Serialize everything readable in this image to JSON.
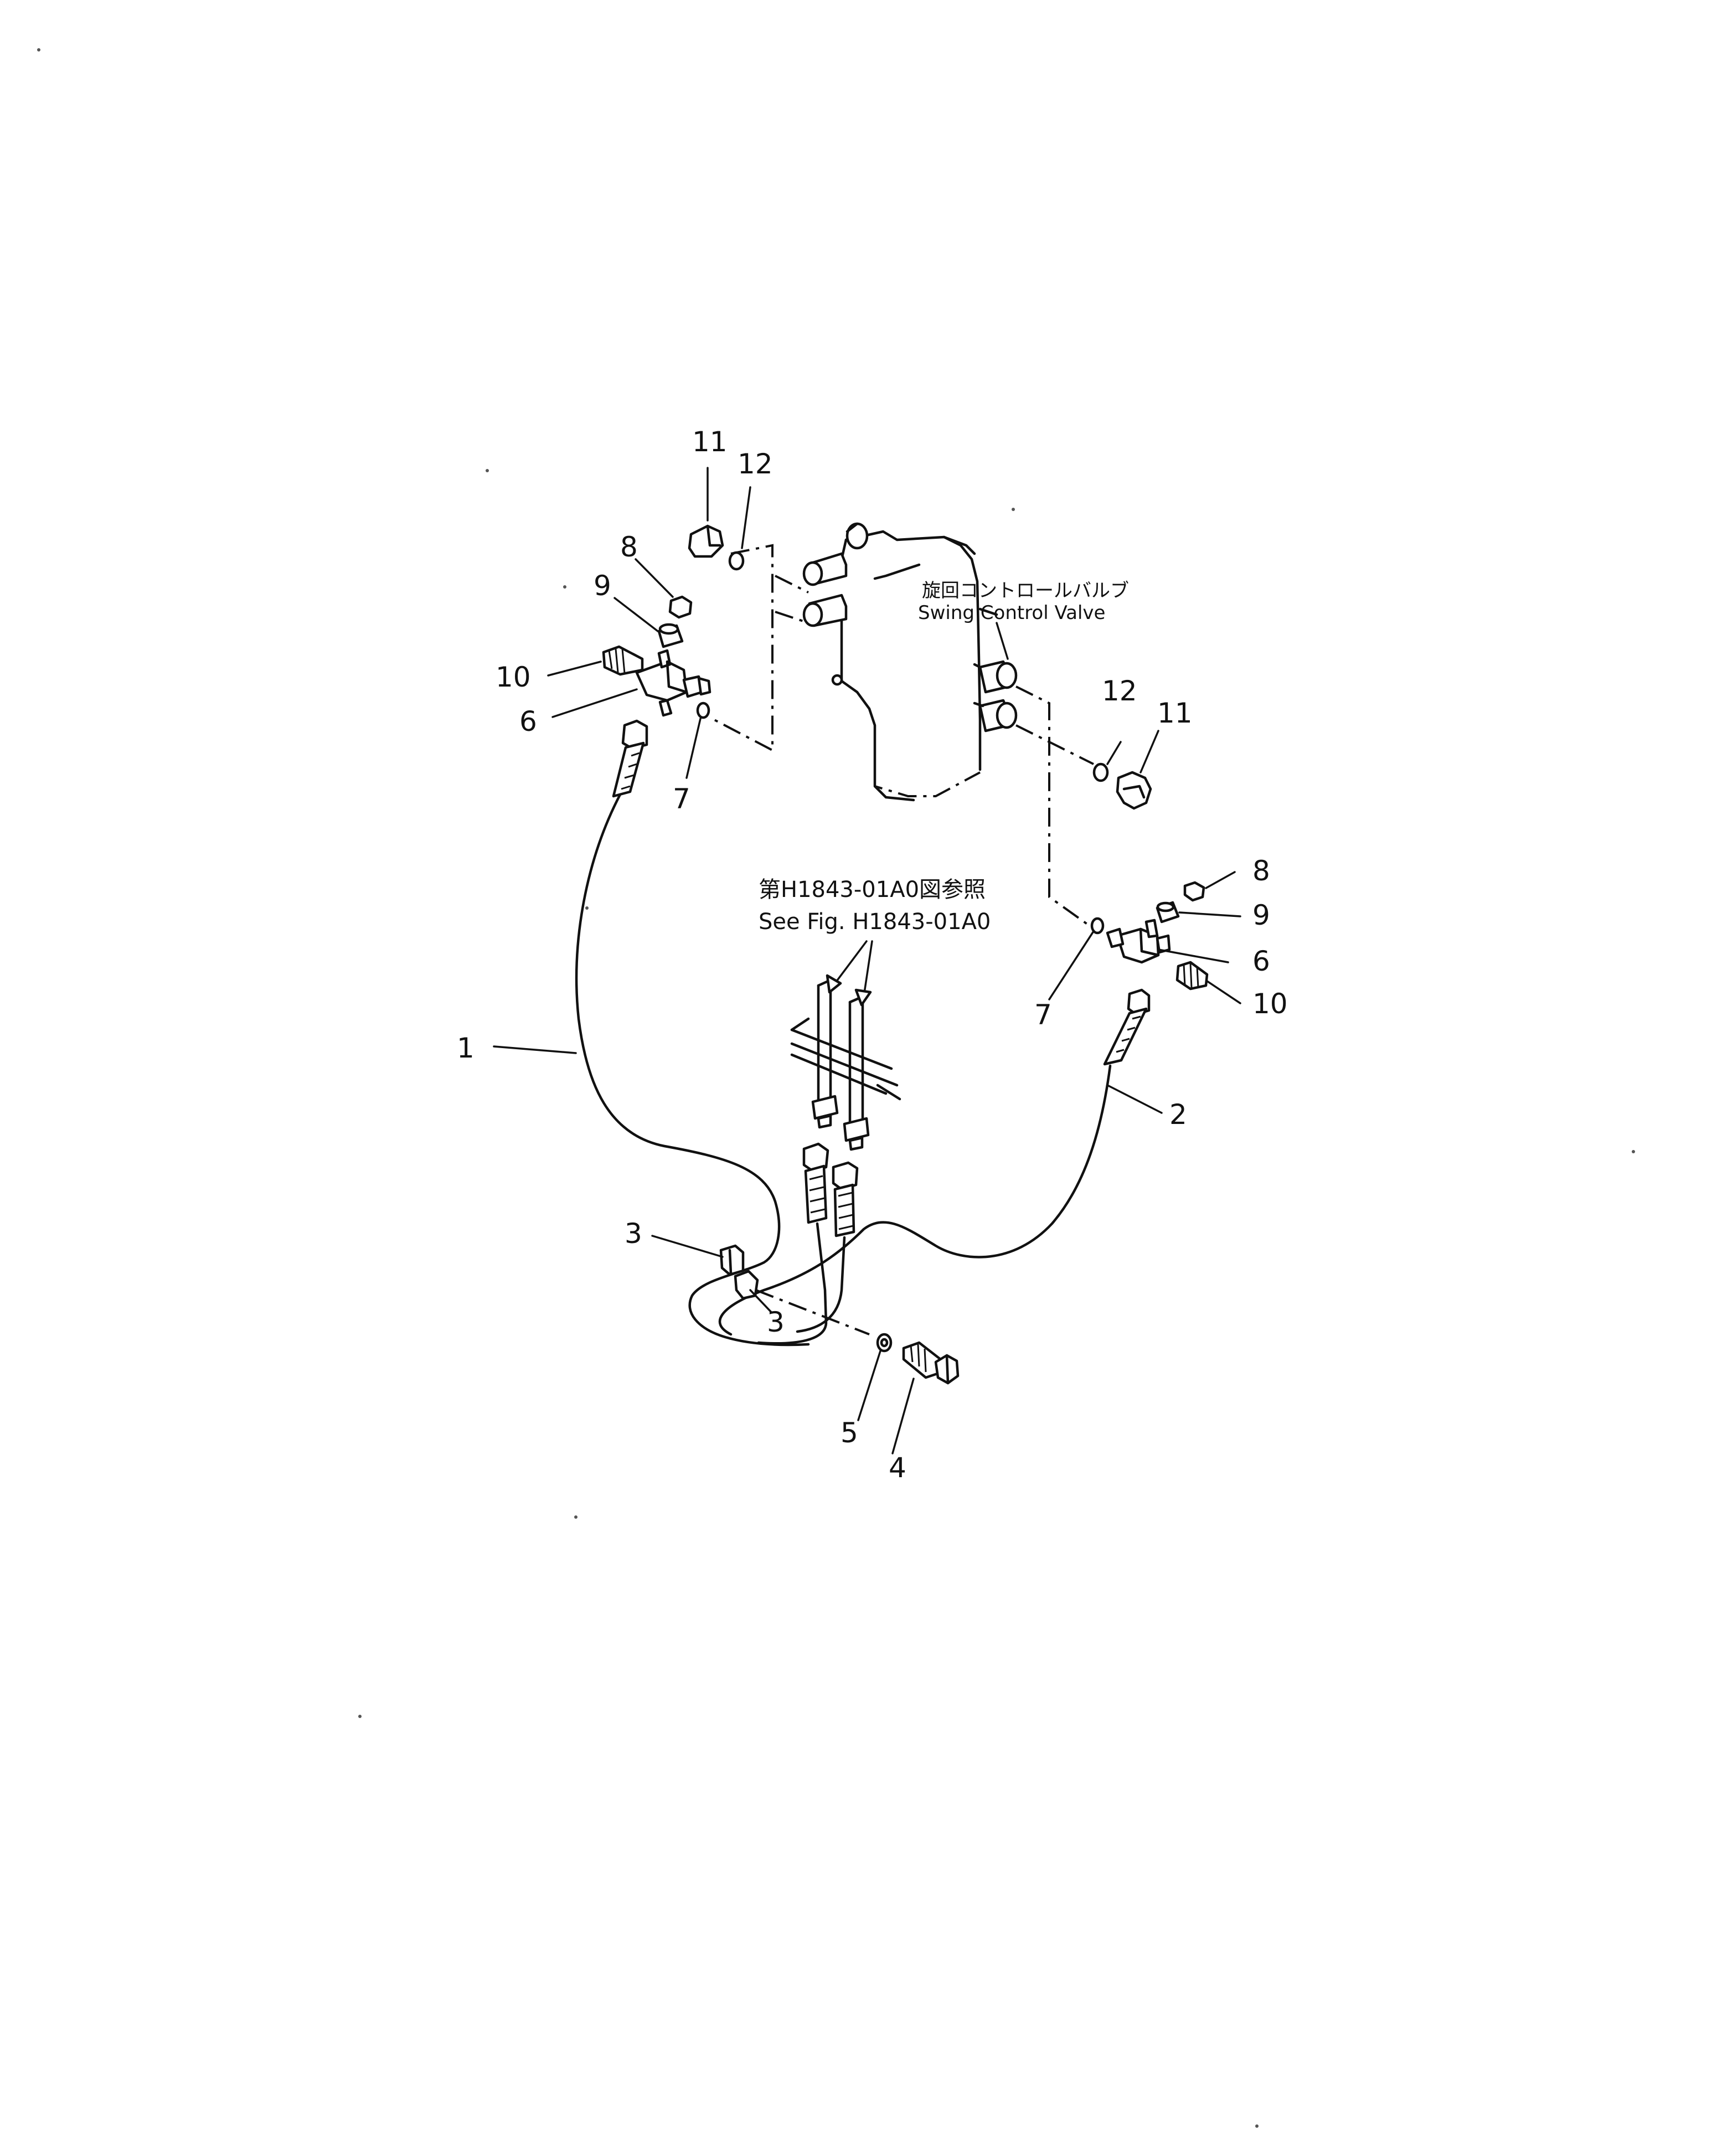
{
  "diagram": {
    "valve_label_jp": "旋回コントロールバルブ",
    "valve_label_en": "Swing  Control  Valve",
    "ref_label_jp": "第H1843-01A0図参照",
    "ref_label_en": "See  Fig. H1843-01A0",
    "callouts": {
      "hose_left": "1",
      "hose_right": "2",
      "clamp_upper": "3",
      "clamp_lower": "3",
      "bolt": "4",
      "washer": "5",
      "tee_left": "6",
      "tee_right": "6",
      "oring_left": "7",
      "oring_right": "7",
      "cap_left": "8",
      "cap_right": "8",
      "plug_left": "9",
      "plug_right": "9",
      "nipple_left": "10",
      "nipple_right": "10",
      "valve_plug_left": "11",
      "valve_plug_right": "11",
      "valve_oring_left": "12",
      "valve_oring_right": "12"
    }
  }
}
